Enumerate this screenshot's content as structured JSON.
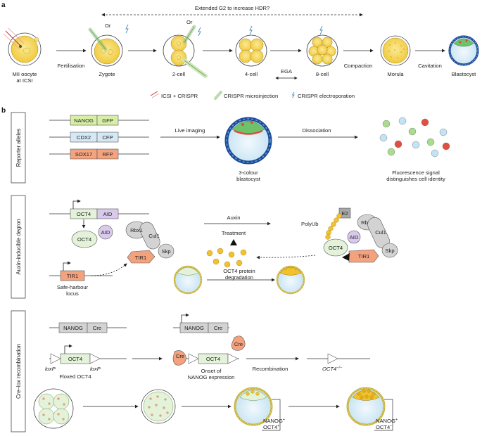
{
  "panel_a": {
    "letter": "a",
    "g2_note": "Extended G2 to increase HDR?",
    "or_1": "Or",
    "or_2": "Or",
    "stages": {
      "mii": [
        "MII oocyte",
        "at ICSI"
      ],
      "zygote": "Zygote",
      "two_cell": "2-cell",
      "four_cell": "4-cell",
      "eight_cell": "8-cell",
      "morula": "Morula",
      "blastocyst": "Blastocyst"
    },
    "transitions": {
      "fertilisation": "Fertilisation",
      "ega": "EGA",
      "compaction": "Compaction",
      "cavitation": "Cavitation"
    },
    "legend": {
      "icsi": "ICSI + CRISPR",
      "microinjection": "CRISPR microinjection",
      "electroporation": "CRISPR electroporation"
    }
  },
  "panel_b": {
    "letter": "b",
    "reporter": {
      "side_label": "Reporter alleles",
      "alleles": [
        {
          "gene": "NANOG",
          "tag": "GFP",
          "gene_color": "#d8eda5",
          "tag_color": "#d8eda5"
        },
        {
          "gene": "CDX2",
          "tag": "CFP",
          "gene_color": "#d5e8f5",
          "tag_color": "#d5e8f5"
        },
        {
          "gene": "SOX17",
          "tag": "RFP",
          "gene_color": "#f5a27f",
          "tag_color": "#f5a27f"
        }
      ],
      "live_imaging": "Live imaging",
      "dissociation": "Dissociation",
      "blast_label": [
        "3-colour",
        "blastocyst"
      ],
      "result": [
        "Fluorescence signal",
        "distinguishes cell identity"
      ]
    },
    "degron": {
      "side_label": "Auxin-inducible degron",
      "oct4_box": "OCT4",
      "aid_box": "AID",
      "oct4_protein": "OCT4",
      "aid_protein": "AID",
      "rbx1": "Rbx1",
      "cul1": "Cul1",
      "skp": "Skp",
      "tir1": "TIR1",
      "tir1_box": "TIR1",
      "safe_harbour": [
        "Safe-harbour",
        "locus"
      ],
      "auxin": "Auxin",
      "treatment": "Treatment",
      "degradation": [
        "OCT4 protein",
        "degradation"
      ],
      "polyub": "PolyUb",
      "e2": "E2",
      "rbx1_r": "Rbx1",
      "cul1_r": "Cul1",
      "skp_r": "Skp",
      "aid_r": "AID",
      "oct4_r": "OCT4",
      "tir1_r": "TIR1"
    },
    "crelox": {
      "side_label": "Cre–lox recombination",
      "nanog_box": "NANOG",
      "cre_box": "Cre",
      "oct4_box": "OCT4",
      "loxp_left": "loxP",
      "loxp_right": "loxP",
      "floxed": "Floxed OCT4",
      "nanog_box2": "NANOG",
      "cre_box2": "Cre",
      "cre_protein": "Cre",
      "cre_protein2": "Cre",
      "oct4_box2": "OCT4",
      "onset": [
        "Onset of",
        "NANOG expression"
      ],
      "recombination": "Recombination",
      "knockout": "OCT4",
      "knockout_sup": "−/−",
      "ann1_l1": "NANOG",
      "ann1_l1_sup": "+",
      "ann1_l2": "OCT4",
      "ann1_l2_sup": "+",
      "ann2_l1": "NANOG",
      "ann2_l1_sup": "+",
      "ann2_l2": "OCT4",
      "ann2_l2_sup": "−"
    }
  },
  "colors": {
    "yolk": "#f3d55b",
    "yolk_light": "#f8e78f",
    "mint": "#e3f2d8",
    "ice": "#d3eaf6",
    "orange": "#f4a27e",
    "purple": "#d9c9ec",
    "grey": "#d3d3d3",
    "dot_yellow": "#f2c22e"
  }
}
